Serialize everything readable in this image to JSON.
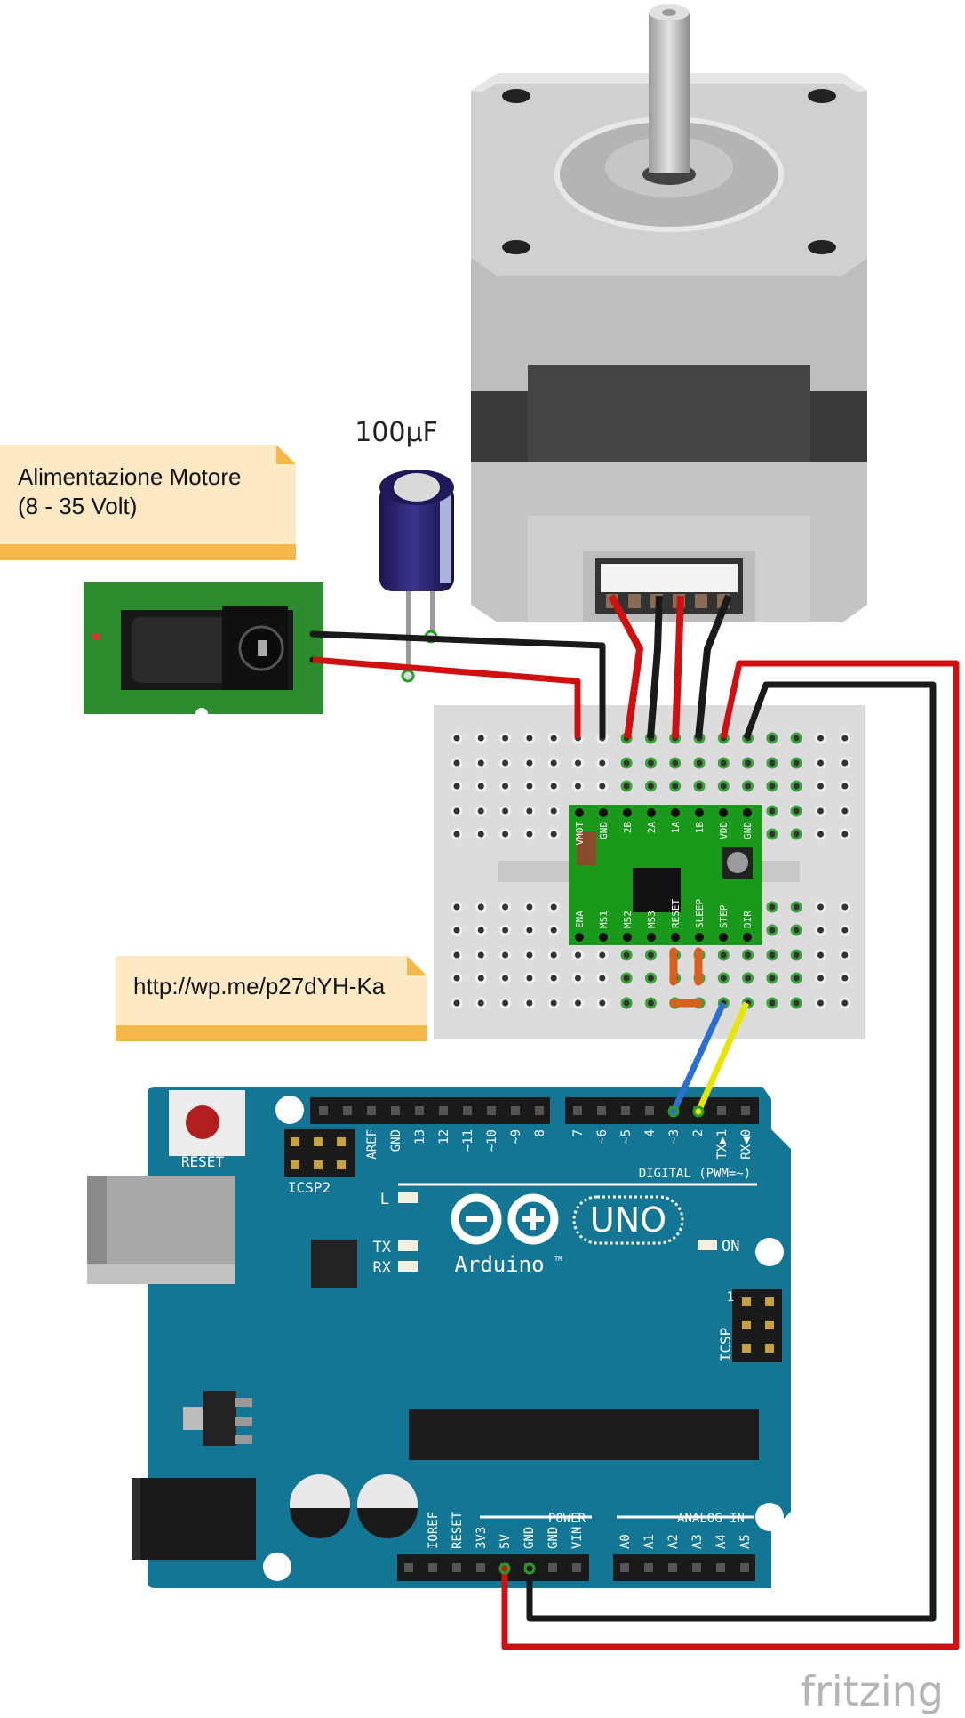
{
  "notes": {
    "power_line1": "Alimentazione Motore",
    "power_line2": "(8 - 35 Volt)",
    "url": "http://wp.me/p27dYH-Ka"
  },
  "capacitor": {
    "label": "100µF"
  },
  "driver": {
    "top_pins": [
      "VMOT",
      "GND",
      "2B",
      "2A",
      "1A",
      "1B",
      "VDD",
      "GND"
    ],
    "bottom_pins": [
      "ENA",
      "MS1",
      "MS2",
      "MS3",
      "RESET",
      "SLEEP",
      "STEP",
      "DIR"
    ]
  },
  "arduino": {
    "reset_label": "RESET",
    "icsp2_label": "ICSP2",
    "icsp_label": "ICSP",
    "icsp_pin1": "1",
    "digital_pins": [
      "AREF",
      "GND",
      "13",
      "12",
      "~11",
      "~10",
      "~9",
      "8"
    ],
    "digital_pins_low": [
      "7",
      "~6",
      "~5",
      "4",
      "~3",
      "2",
      "TX▶1",
      "RX◀0"
    ],
    "digital_label": "DIGITAL (PWM=~)",
    "l_label": "L",
    "tx_label": "TX",
    "rx_label": "RX",
    "on_label": "ON",
    "logo_text": "Arduino",
    "tm": "TM",
    "uno_label": "UNO",
    "power_label": "POWER",
    "power_pins": [
      "IOREF",
      "RESET",
      "3V3",
      "5V",
      "GND",
      "GND",
      "VIN"
    ],
    "analog_label": "ANALOG IN",
    "analog_pins": [
      "A0",
      "A1",
      "A2",
      "A3",
      "A4",
      "A5"
    ]
  },
  "watermark": "fritzing",
  "colors": {
    "board": "#127694",
    "driver": "#1a9a1a",
    "wire_red": "#d01010",
    "wire_black": "#1a1a1a",
    "wire_blue": "#2a70d0",
    "wire_yellow": "#e6e600",
    "note_fill": "#fde9c4",
    "note_band": "#f7b84a"
  }
}
